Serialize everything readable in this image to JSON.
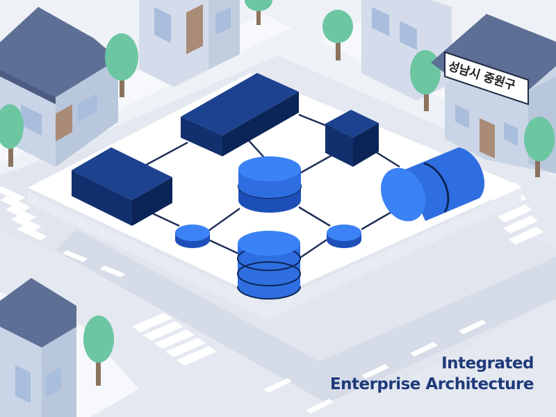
{
  "caption": {
    "line1": "Integrated",
    "line2": "Enterprise Architecture"
  },
  "sign": {
    "text": "성남시 중원구"
  },
  "colors": {
    "background": "#eef1f6",
    "road": "#dde2ec",
    "platform": "#ffffff",
    "dark_block": "#123578",
    "bright_blue": "#3b82f6",
    "roof": "#5d6f95",
    "wall": "#c9d5e6",
    "door": "#a98b77",
    "tree": "#6cc6a2",
    "caption_text": "#1f3a7a"
  },
  "icons": [
    "server-block-icon",
    "database-cylinder-icon",
    "storage-cylinder-icon",
    "network-node-icon",
    "house-icon",
    "tree-icon"
  ]
}
